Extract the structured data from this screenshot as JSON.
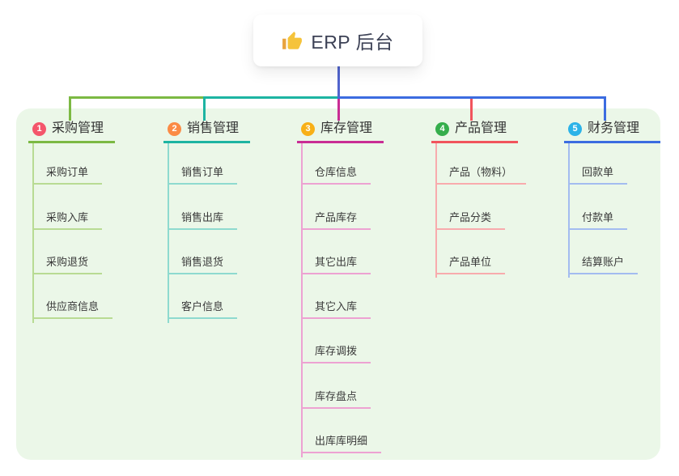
{
  "root": {
    "title": "ERP 后台",
    "icon": "thumbs-up-icon"
  },
  "palette": {
    "panel_bg": "#ebf7e8",
    "root_line": "#5164cd",
    "b1_main": "#7cb943",
    "b1_light": "#b8db93",
    "b1_badge": "#f4566b",
    "b2_main": "#1db4a2",
    "b2_light": "#8edacf",
    "b2_badge": "#fb8b45",
    "b3_main": "#c92d94",
    "b3_light": "#eda2d2",
    "b3_badge": "#f8b017",
    "b4_main": "#f1545c",
    "b4_light": "#f8abad",
    "b4_badge": "#35ae4c",
    "b5_main": "#3b6ce0",
    "b5_light": "#a3bcf0",
    "b5_badge": "#2cb3e8"
  },
  "branches": [
    {
      "badge": "1",
      "label": "采购管理",
      "children": [
        "采购订单",
        "采购入库",
        "采购退货",
        "供应商信息"
      ]
    },
    {
      "badge": "2",
      "label": "销售管理",
      "children": [
        "销售订单",
        "销售出库",
        "销售退货",
        "客户信息"
      ]
    },
    {
      "badge": "3",
      "label": "库存管理",
      "children": [
        "仓库信息",
        "产品库存",
        "其它出库",
        "其它入库",
        "库存调拨",
        "库存盘点",
        "出库库明细"
      ]
    },
    {
      "badge": "4",
      "label": "产品管理",
      "children": [
        "产品（物料）",
        "产品分类",
        "产品单位"
      ]
    },
    {
      "badge": "5",
      "label": "财务管理",
      "children": [
        "回款单",
        "付款单",
        "结算账户"
      ]
    }
  ]
}
